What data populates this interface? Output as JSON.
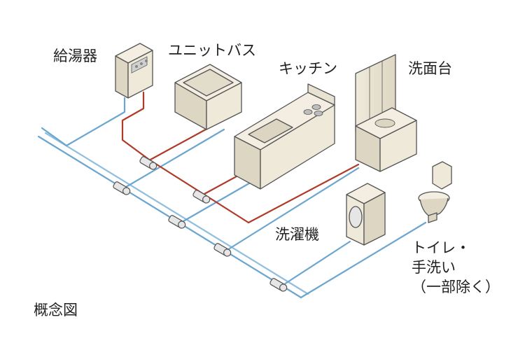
{
  "labels": {
    "water_heater": "給湯器",
    "unit_bath": "ユニットバス",
    "kitchen": "キッチン",
    "washbasin": "洗面台",
    "washing_machine": "洗濯機",
    "toilet_line1": "トイレ・",
    "toilet_line2": "手洗い",
    "toilet_line3": "（一部除く）",
    "caption": "概念図"
  },
  "colors": {
    "cold_water_pipe": "#6aa6cf",
    "hot_water_pipe": "#b03a28",
    "fixture_fill": "#efe9d9",
    "fixture_stroke": "#555555",
    "header_fill": "#e6e6e6"
  },
  "icons": {
    "water_heater": "water-heater-icon",
    "unit_bath": "bathtub-icon",
    "kitchen": "kitchen-counter-icon",
    "washbasin": "washbasin-icon",
    "washing_machine": "washing-machine-icon",
    "toilet": "toilet-icon",
    "manifold": "pipe-header-icon"
  }
}
